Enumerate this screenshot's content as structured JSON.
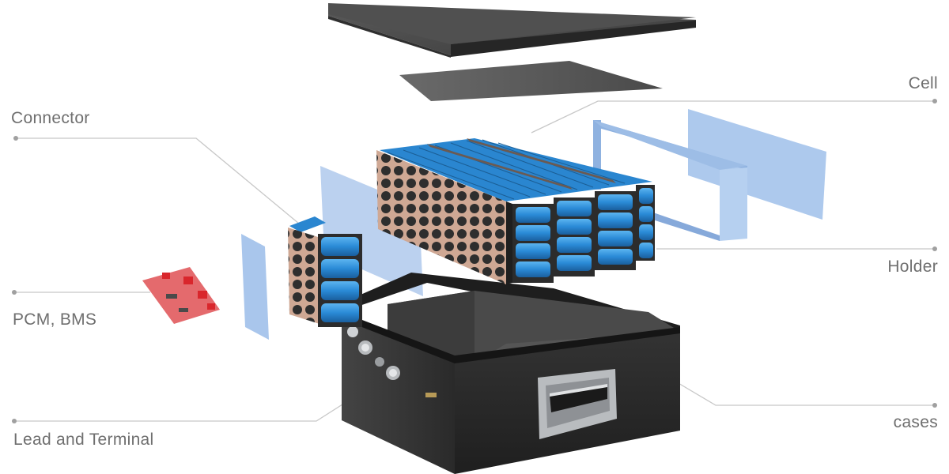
{
  "diagram": {
    "type": "exploded-view",
    "subject": "battery pack",
    "colors": {
      "background": "#ffffff",
      "label_text": "#6f6f6f",
      "leader_line": "#c8c8c8",
      "leader_dot": "#a0a0a0",
      "lid": "#3a3a3a",
      "insulation_sheet": "#555555",
      "cell_blue": "#2f8fd8",
      "holder_copper": "#c9a38e",
      "holder_hole": "#2b2b2b",
      "insulator_blue": "#a9c6ec",
      "pcb_red": "#e0434a",
      "case_black": "#2a2a2a",
      "case_inner": "#4a4a4a",
      "handle_silver": "#c9cccf"
    },
    "labels": {
      "connector": "Connector",
      "cell": "Cell",
      "holder": "Holder",
      "pcm_bms": "PCM, BMS",
      "lead_terminal": "Lead and Terminal",
      "cases": "cases"
    },
    "parts": [
      {
        "id": "top-lid",
        "name": "Top lid"
      },
      {
        "id": "top-insulation-sheet",
        "name": "Insulation sheet"
      },
      {
        "id": "main-cell-module",
        "name": "Cell module (3 blocks)"
      },
      {
        "id": "small-cell-module",
        "name": "Small cell module"
      },
      {
        "id": "insulator-frame",
        "name": "Insulator frame"
      },
      {
        "id": "insulator-panels",
        "name": "Insulator panels"
      },
      {
        "id": "pcb-board",
        "name": "PCM / BMS board"
      },
      {
        "id": "case-box",
        "name": "Case"
      },
      {
        "id": "terminals",
        "name": "Lead terminals"
      },
      {
        "id": "case-handle",
        "name": "Handle"
      }
    ]
  }
}
